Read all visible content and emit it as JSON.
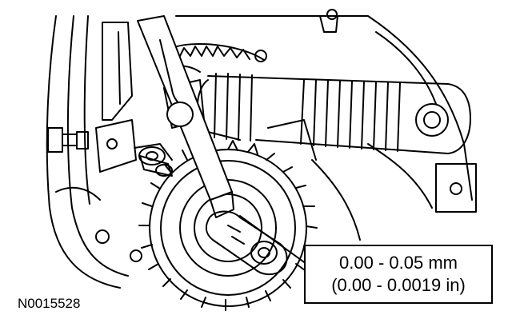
{
  "callout": {
    "metric": "0.00 - 0.05 mm",
    "imperial": "(0.00 - 0.0019 in)"
  },
  "figure_id": "N0015528",
  "colors": {
    "ink": "#000000",
    "paper": "#ffffff"
  },
  "icons": [
    "feeler-gauge-icon",
    "gear-icon",
    "shaft-icon"
  ]
}
